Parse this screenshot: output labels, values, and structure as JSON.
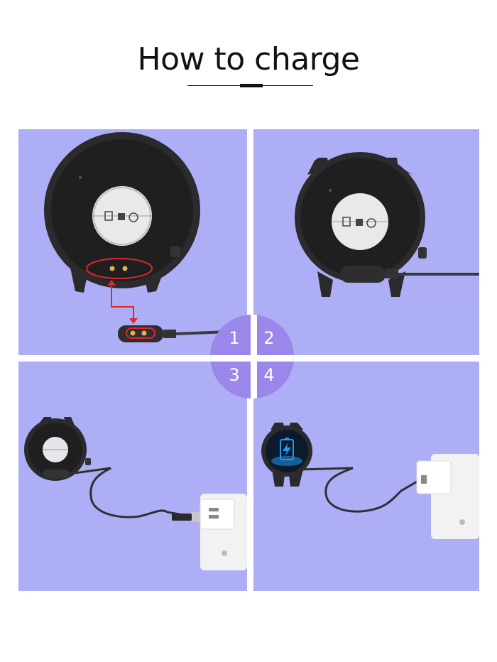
{
  "header": {
    "title": "How to charge"
  },
  "steps": [
    {
      "number": "1"
    },
    {
      "number": "2"
    },
    {
      "number": "3"
    },
    {
      "number": "4"
    }
  ],
  "colors": {
    "panel_background": "#adaef6",
    "step_badge": "#9b86ea",
    "highlight": "#e0262b",
    "watch_body": "#2b2b2d",
    "cable": "#3a3a3c",
    "battery_glow": "#1e9bf0"
  },
  "icons": [
    "watch-back-illustration",
    "magnetic-charger",
    "usb-plug",
    "wall-adapter",
    "battery-charging-icon"
  ]
}
